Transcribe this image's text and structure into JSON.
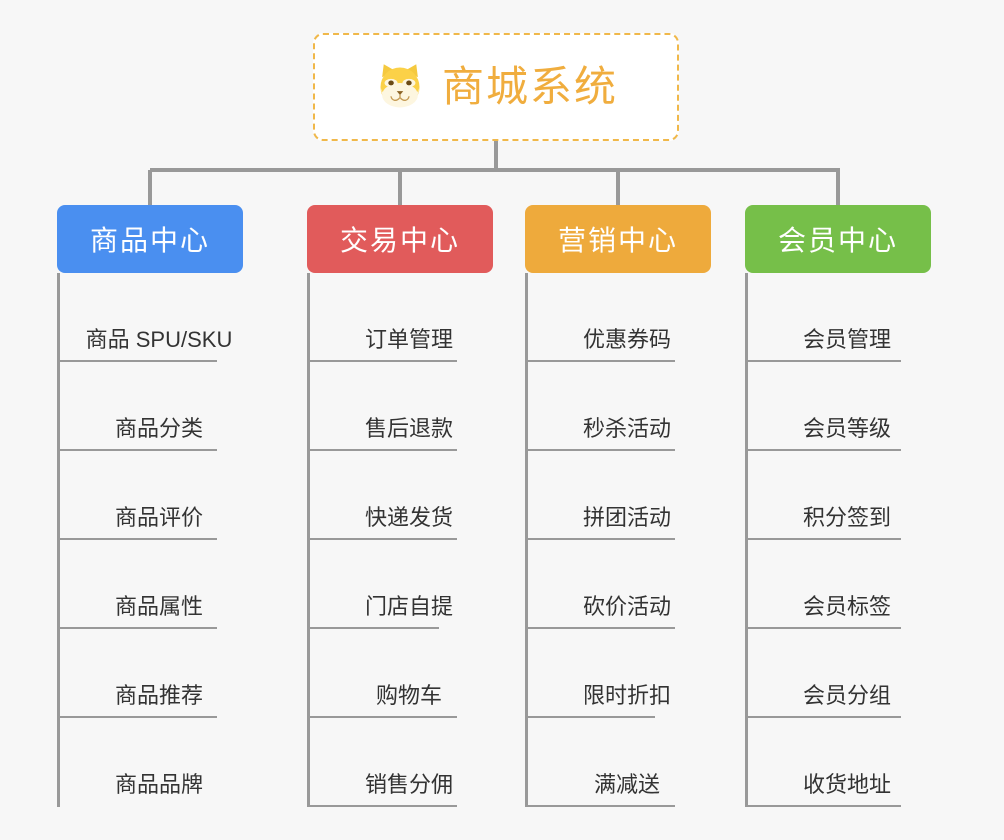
{
  "background_color": "#f7f7f7",
  "root": {
    "icon": "shiba-dog-face-icon",
    "title": "商城系统",
    "title_color": "#f0ad3e",
    "border_color": "#f0b84a",
    "border_style": "dashed"
  },
  "connector_color": "#999999",
  "columns": [
    {
      "id": "product-center",
      "label": "商品中心",
      "color": "#4a8ff0",
      "items": [
        "商品 SPU/SKU",
        "商品分类",
        "商品评价",
        "商品属性",
        "商品推荐",
        "商品品牌"
      ]
    },
    {
      "id": "trade-center",
      "label": "交易中心",
      "color": "#e15b5b",
      "items": [
        "订单管理",
        "售后退款",
        "快递发货",
        "门店自提",
        "购物车",
        "销售分佣"
      ]
    },
    {
      "id": "marketing-center",
      "label": "营销中心",
      "color": "#eeaa3c",
      "items": [
        "优惠券码",
        "秒杀活动",
        "拼团活动",
        "砍价活动",
        "限时折扣",
        "满减送"
      ]
    },
    {
      "id": "member-center",
      "label": "会员中心",
      "color": "#76bf49",
      "items": [
        "会员管理",
        "会员等级",
        "积分签到",
        "会员标签",
        "会员分组",
        "收货地址"
      ]
    }
  ]
}
